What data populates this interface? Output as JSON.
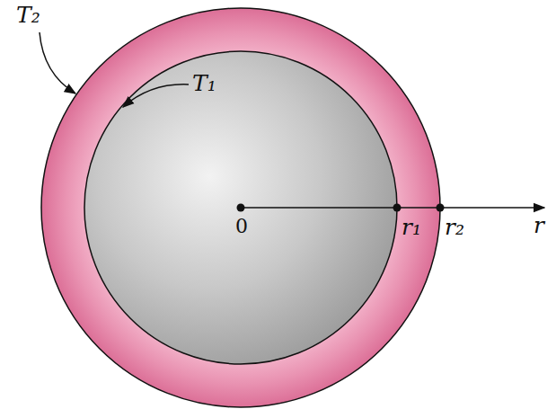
{
  "diagram": {
    "labels": [
      "T₂",
      "T₁",
      "0",
      "r₁",
      "r₂",
      "r"
    ]
  }
}
